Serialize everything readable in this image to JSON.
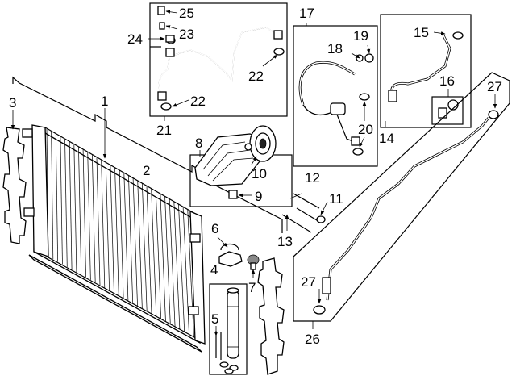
{
  "diagram": {
    "callouts": {
      "c1": "1",
      "c2": "2",
      "c3": "3",
      "c4": "4",
      "c5": "5",
      "c6": "6",
      "c7": "7",
      "c8": "8",
      "c9": "9",
      "c10": "10",
      "c11": "11",
      "c12": "12",
      "c13": "13",
      "c14": "14",
      "c15": "15",
      "c16": "16",
      "c17": "17",
      "c18": "18",
      "c19": "19",
      "c20": "20",
      "c21": "21",
      "c22a": "22",
      "c22b": "22",
      "c23": "23",
      "c24": "24",
      "c25": "25",
      "c26": "26",
      "c27a": "27",
      "c27b": "27"
    }
  }
}
